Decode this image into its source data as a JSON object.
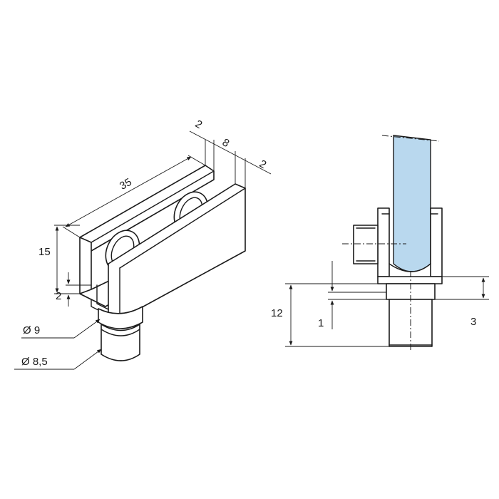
{
  "dimensions": {
    "length": "35",
    "height": "15",
    "base": "2",
    "wall_left": "2",
    "gap": "8",
    "wall_right": "2",
    "dia_collar": "Ø 9",
    "dia_pin": "Ø 8,5",
    "total_height": "12",
    "collar_height": "1",
    "pin_offset": "3"
  },
  "colors": {
    "glass": "#b9d8ee",
    "line": "#1a1a1a"
  }
}
